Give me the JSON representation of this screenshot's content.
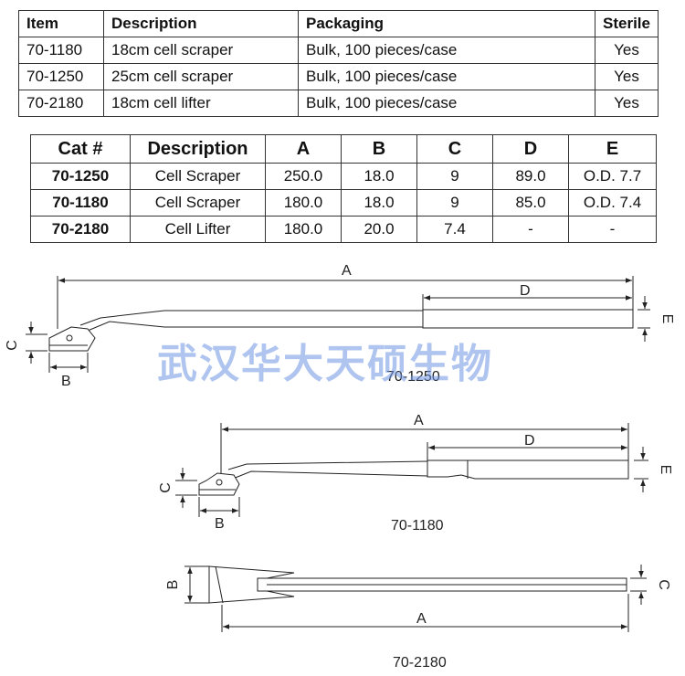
{
  "table_items": {
    "headers": [
      "Item",
      "Description",
      "Packaging",
      "Sterile"
    ],
    "rows": [
      [
        "70-1180",
        "18cm cell scraper",
        "Bulk, 100 pieces/case",
        "Yes"
      ],
      [
        "70-1250",
        "25cm cell scraper",
        "Bulk, 100 pieces/case",
        "Yes"
      ],
      [
        "70-2180",
        "18cm cell lifter",
        "Bulk, 100 pieces/case",
        "Yes"
      ]
    ]
  },
  "table_dimensions": {
    "headers": [
      "Cat #",
      "Description",
      "A",
      "B",
      "C",
      "D",
      "E"
    ],
    "rows": [
      [
        "70-1250",
        "Cell Scraper",
        "250.0",
        "18.0",
        "9",
        "89.0",
        "O.D. 7.7"
      ],
      [
        "70-1180",
        "Cell Scraper",
        "180.0",
        "18.0",
        "9",
        "85.0",
        "O.D. 7.4"
      ],
      [
        "70-2180",
        "Cell Lifter",
        "180.0",
        "20.0",
        "7.4",
        "-",
        "-"
      ]
    ]
  },
  "drawings": {
    "d1": {
      "caption": "70-1250",
      "A": "A",
      "B": "B",
      "C": "C",
      "D": "D",
      "E": "E"
    },
    "d2": {
      "caption": "70-1180",
      "A": "A",
      "B": "B",
      "C": "C",
      "D": "D",
      "E": "E"
    },
    "d3": {
      "caption": "70-2180",
      "A": "A",
      "B": "B",
      "C": "C"
    }
  },
  "watermark": "武汉华大天硕生物"
}
